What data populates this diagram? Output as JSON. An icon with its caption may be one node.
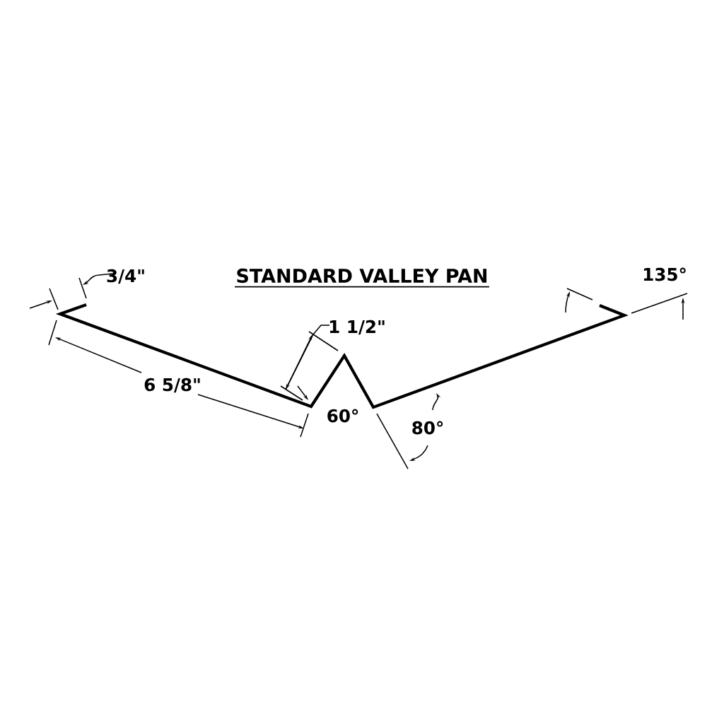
{
  "diagram": {
    "title": "STANDARD VALLEY PAN",
    "labels": [
      "3/4\"",
      "6 5/8\"",
      "1 1/2\"",
      "60°",
      "80°",
      "135°"
    ]
  }
}
